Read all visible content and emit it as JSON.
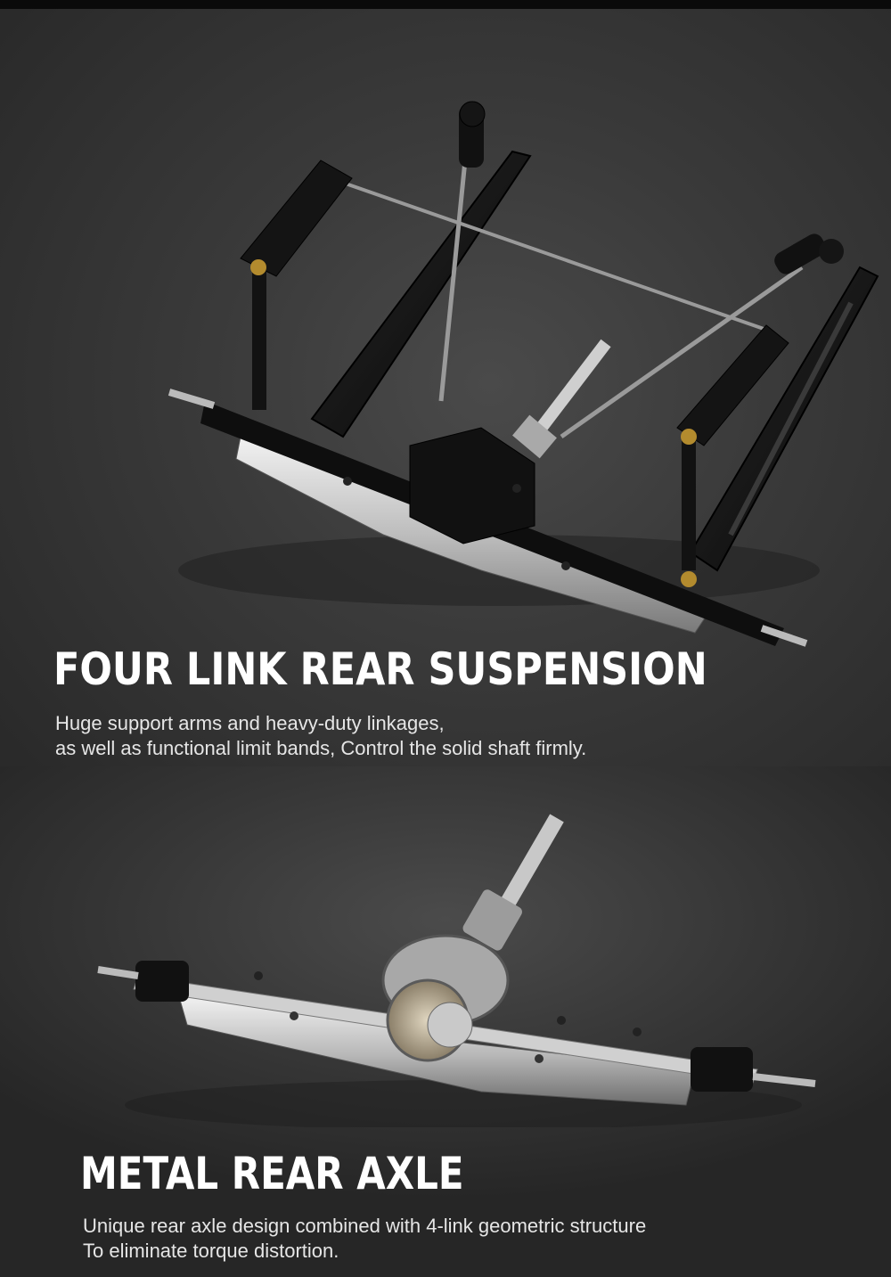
{
  "section1": {
    "title": "FOUR LINK REAR SUSPENSION",
    "lines": [
      "Huge support arms and heavy-duty linkages,",
      "as well as functional limit bands, Control the solid shaft firmly."
    ]
  },
  "section2": {
    "title": "METAL REAR AXLE",
    "lines": [
      "Unique rear axle design combined with 4-link geometric structure",
      "To eliminate torque distortion."
    ]
  },
  "colors": {
    "background": "#333333",
    "text": "#ffffff",
    "metal": "#c8c8c8",
    "black_parts": "#111111"
  }
}
